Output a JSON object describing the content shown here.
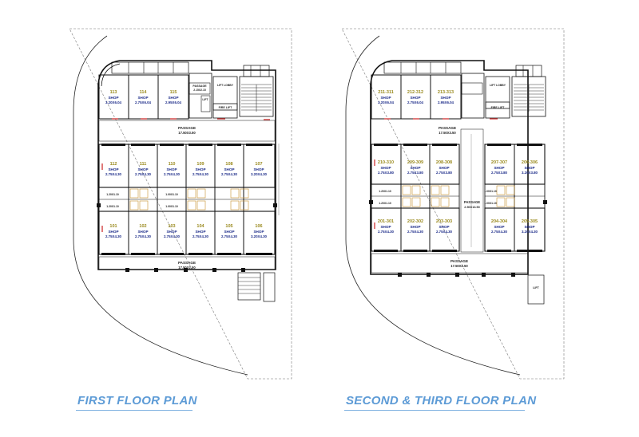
{
  "titles": {
    "first": "FIRST FLOOR PLAN",
    "second": "SECOND & THIRD FLOOR PLAN"
  },
  "first_floor": {
    "top_shops": [
      {
        "no": "113",
        "label": "SHOP",
        "size": "3.20X6.04"
      },
      {
        "no": "114",
        "label": "SHOP",
        "size": "2.75X6.04"
      },
      {
        "no": "115",
        "label": "SHOP",
        "size": "2.95X6.04"
      }
    ],
    "middle_row": [
      {
        "no": "112",
        "label": "SHOP",
        "size": "2.75X4.30"
      },
      {
        "no": "111",
        "label": "SHOP",
        "size": "2.75X4.30"
      },
      {
        "no": "110",
        "label": "SHOP",
        "size": "2.75X4.30"
      },
      {
        "no": "109",
        "label": "SHOP",
        "size": "2.75X4.30"
      },
      {
        "no": "108",
        "label": "SHOP",
        "size": "2.75X4.30"
      },
      {
        "no": "107",
        "label": "SHOP",
        "size": "3.20X4.30"
      }
    ],
    "bottom_row": [
      {
        "no": "101",
        "label": "SHOP",
        "size": "2.75X4.30"
      },
      {
        "no": "102",
        "label": "SHOP",
        "size": "2.75X4.30"
      },
      {
        "no": "103",
        "label": "SHOP",
        "size": "2.75X4.30"
      },
      {
        "no": "104",
        "label": "SHOP",
        "size": "2.75X4.30"
      },
      {
        "no": "105",
        "label": "SHOP",
        "size": "2.75X4.30"
      },
      {
        "no": "106",
        "label": "SHOP",
        "size": "3.20X4.30"
      }
    ],
    "passage_top": "PASSAGE",
    "passage_top_size": "17.50X3.50",
    "passage_bottom": "PASSAGE",
    "passage_bottom_size": "17.50X2.50",
    "passage_small": "PASSAGE",
    "passage_small_size": "2.15X2.15",
    "fire_lift": "FIRE LIFT",
    "lift_lobby": "LIFT LOBBY",
    "lift": "LIFT",
    "wc_size_a": "1.20X1.10",
    "wc_size_b": "1.00X1.10"
  },
  "second_floor": {
    "top_shops": [
      {
        "no": "211-311",
        "label": "SHOP",
        "size": "3.20X6.04"
      },
      {
        "no": "212-312",
        "label": "SHOP",
        "size": "2.75X6.04"
      },
      {
        "no": "213-313",
        "label": "SHOP",
        "size": "2.95X6.04"
      }
    ],
    "left_top_row": [
      {
        "no": "210-310",
        "label": "SHOP",
        "size": "2.75X3.80"
      },
      {
        "no": "209-309",
        "label": "SHOP",
        "size": "2.75X3.80"
      },
      {
        "no": "208-308",
        "label": "SHOP",
        "size": "2.75X3.80"
      }
    ],
    "right_top_row": [
      {
        "no": "207-307",
        "label": "SHOP",
        "size": "2.75X3.80"
      },
      {
        "no": "206-306",
        "label": "SHOP",
        "size": "3.20X3.80"
      }
    ],
    "left_bottom_row": [
      {
        "no": "201-301",
        "label": "SHOP",
        "size": "2.75X4.30"
      },
      {
        "no": "202-302",
        "label": "SHOP",
        "size": "2.75X4.30"
      },
      {
        "no": "203-303",
        "label": "SHOP",
        "size": "2.75X4.30"
      }
    ],
    "right_bottom_row": [
      {
        "no": "204-304",
        "label": "SHOP",
        "size": "2.75X4.30"
      },
      {
        "no": "205-305",
        "label": "SHOP",
        "size": "3.20X4.30"
      }
    ],
    "passage_top": "PASSAGE",
    "passage_top_size": "17.50X3.50",
    "passage_mid": "PASSAGE",
    "passage_mid_size": "2.50X13.50",
    "passage_bottom": "PASSAGE",
    "passage_bottom_size": "17.50X2.50",
    "fire_lift": "FIRE LIFT",
    "lift": "LIFT",
    "lift_lobby": "LIFT LOBBY",
    "wc_size_a": "1.20X1.10",
    "wc_size_b": "1.00X1.10"
  },
  "colors": {
    "wall": "#111111",
    "label_gold": "#9a8a1e",
    "label_blue": "#1a2a88",
    "door_red": "#cc2222",
    "title_blue": "#5d9bd6"
  }
}
